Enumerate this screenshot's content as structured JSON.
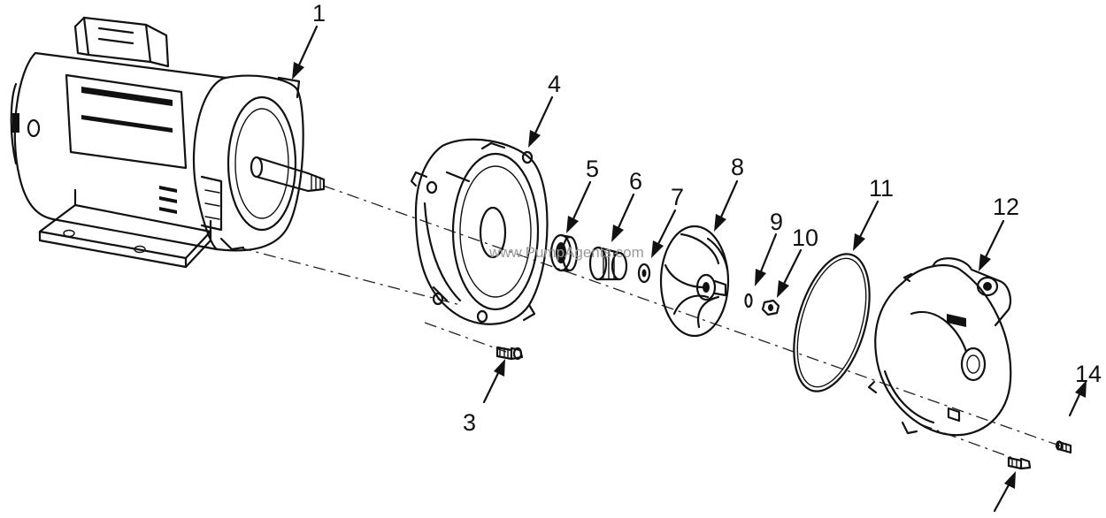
{
  "watermark": "www.PumpAgents.com",
  "callouts": [
    {
      "label": "1",
      "part": "motor"
    },
    {
      "label": "3",
      "part": "adapter-bolt"
    },
    {
      "label": "4",
      "part": "seal-plate"
    },
    {
      "label": "5",
      "part": "seal-seat"
    },
    {
      "label": "6",
      "part": "shaft-seal"
    },
    {
      "label": "7",
      "part": "washer"
    },
    {
      "label": "8",
      "part": "impeller"
    },
    {
      "label": "9",
      "part": "o-ring-small"
    },
    {
      "label": "10",
      "part": "impeller-screw"
    },
    {
      "label": "11",
      "part": "casing-o-ring"
    },
    {
      "label": "12",
      "part": "pump-casing"
    },
    {
      "label": "14",
      "part": "drain-plug"
    }
  ]
}
